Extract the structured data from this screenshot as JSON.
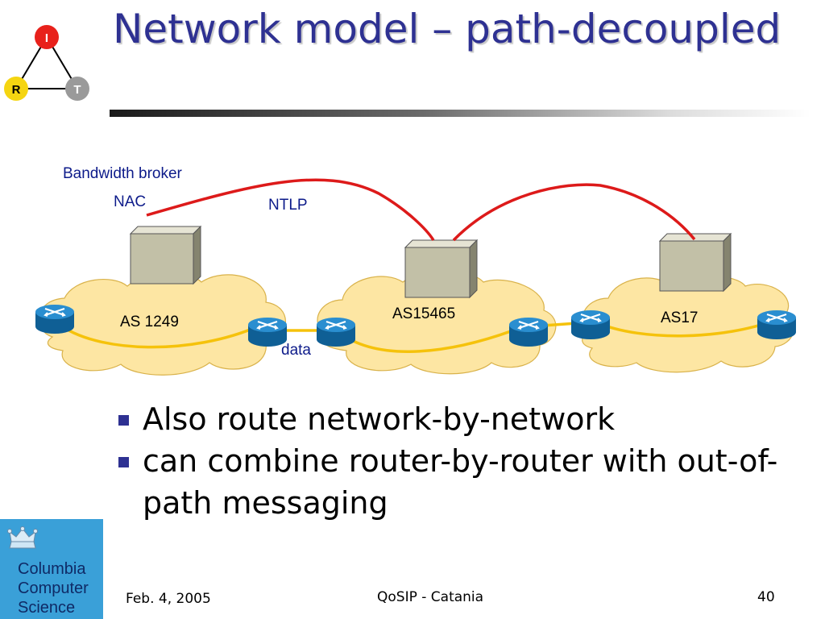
{
  "slide": {
    "title": "Network model – path-decoupled",
    "bullets": [
      "Also route network-by-network",
      "can combine router-by-router with out-of-path messaging"
    ]
  },
  "logo_triangle": {
    "top": "I",
    "left": "R",
    "right": "T"
  },
  "diagram": {
    "labels": {
      "bandwidth_broker": "Bandwidth broker",
      "nac": "NAC",
      "ntlp": "NTLP",
      "data": "data"
    },
    "domains": [
      {
        "name": "AS 1249"
      },
      {
        "name": "AS15465"
      },
      {
        "name": "AS17"
      }
    ]
  },
  "footer": {
    "date": "Feb. 4, 2005",
    "center": "QoSIP - Catania",
    "page_number": "40"
  },
  "institution_logo": {
    "lines": [
      "Columbia",
      "Computer",
      "Science"
    ]
  },
  "colors": {
    "title": "#2e3192",
    "cloud_fill": "#fde6a3",
    "signaling_line": "#dd1a1a",
    "data_line": "#f5c20b",
    "router": "#1a7fc0"
  }
}
